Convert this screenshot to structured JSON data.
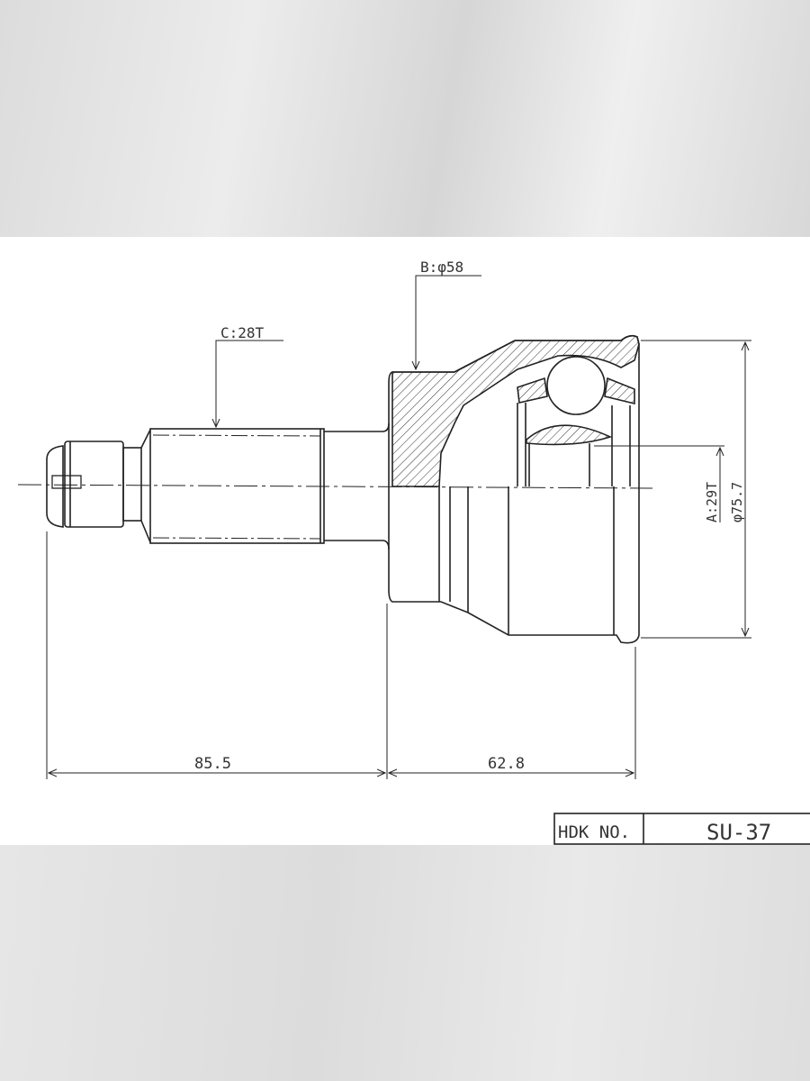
{
  "labels": {
    "spline_c": "C:28T",
    "diameter_b": "B:φ58",
    "spline_a": "A:29T",
    "outer_diameter": "φ75.7",
    "length_shaft": "85.5",
    "length_bell": "62.8"
  },
  "title_block": {
    "label": "HDK NO.",
    "part_number": "SU-37"
  },
  "colors": {
    "line": "#222222",
    "background_band": "#e2e2e2"
  }
}
